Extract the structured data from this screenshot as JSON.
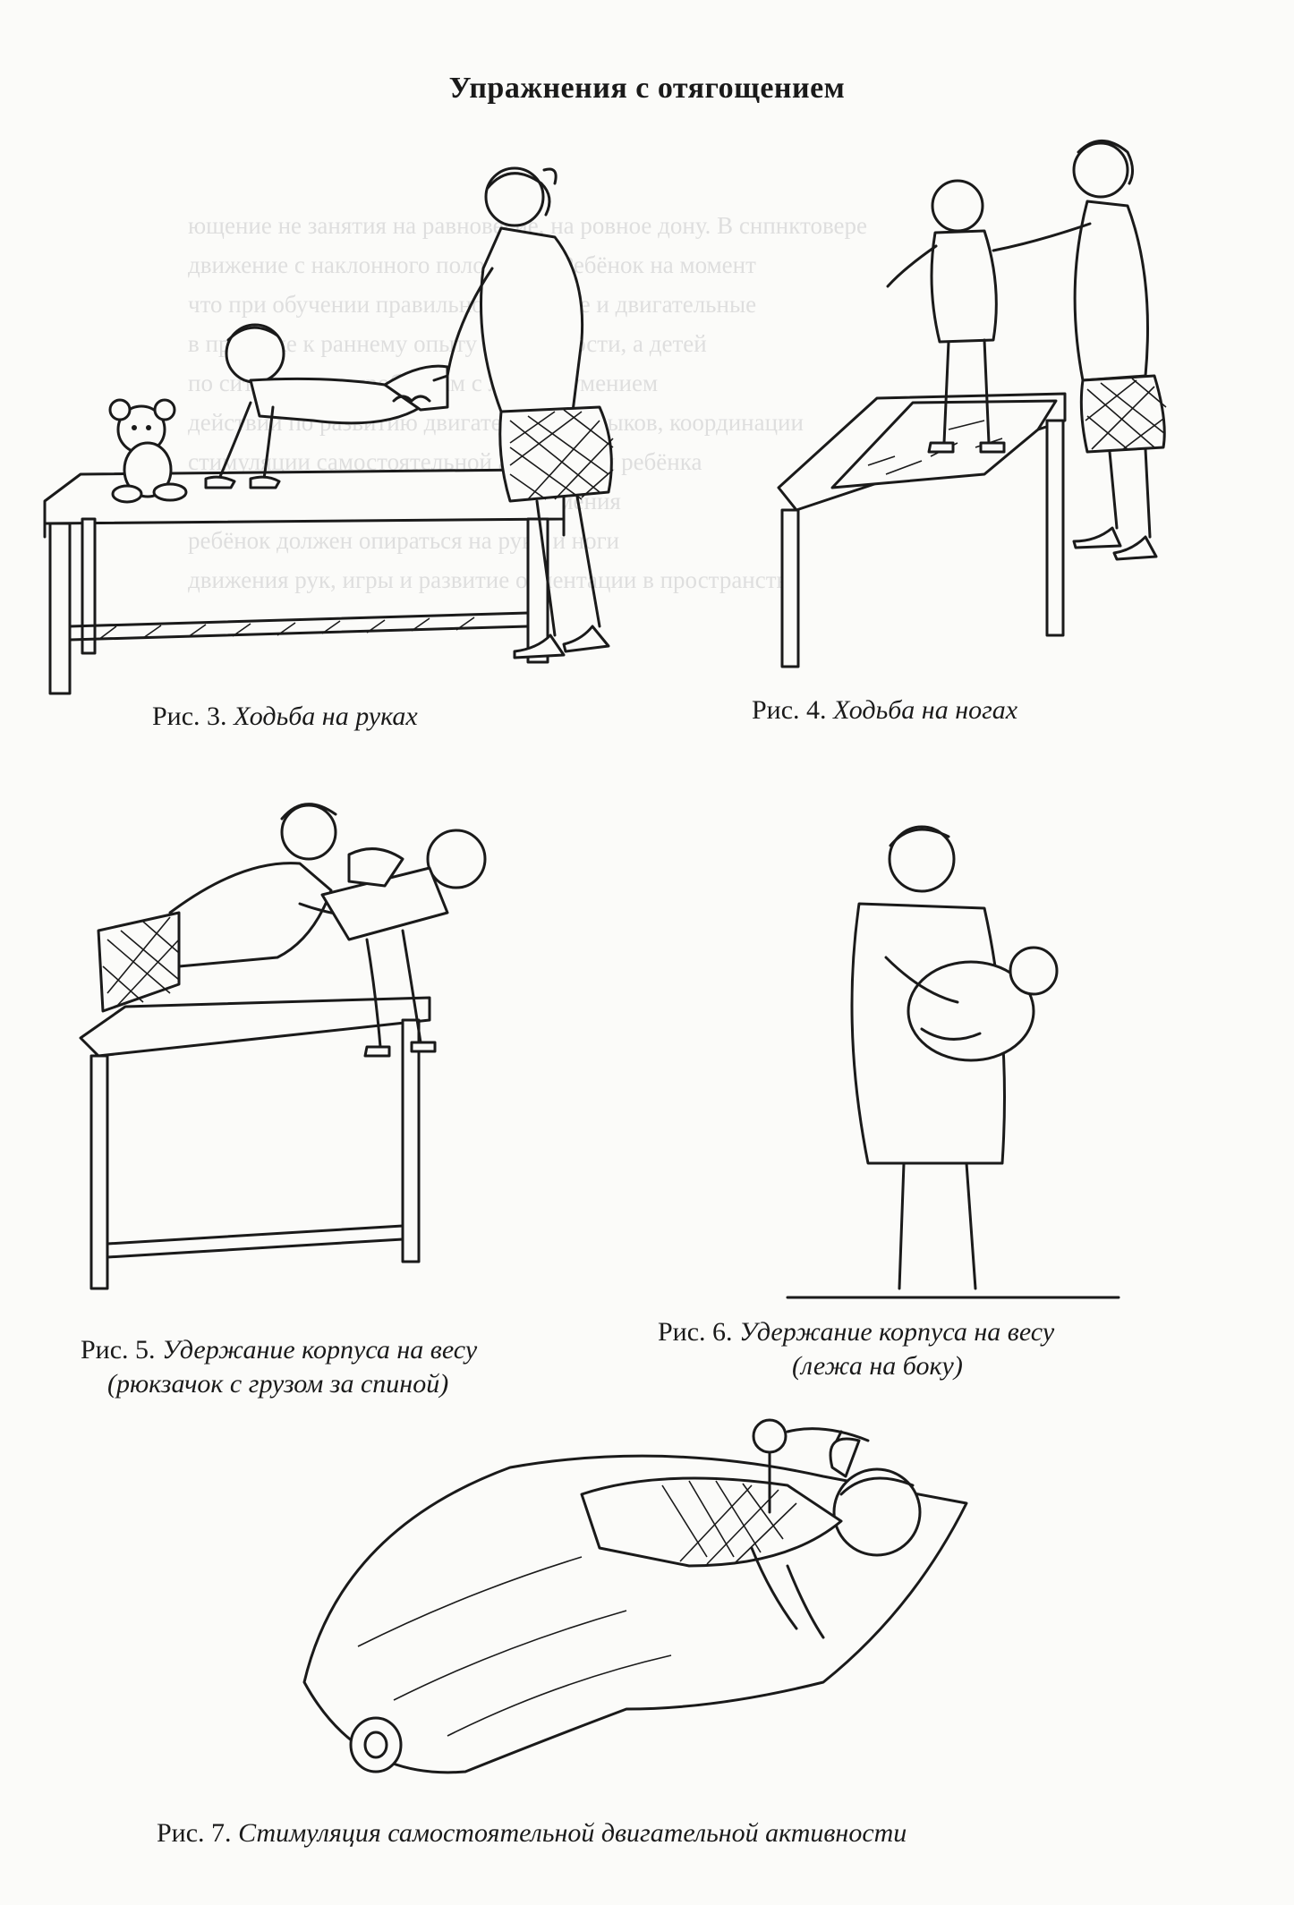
{
  "page": {
    "title": "Упражнения с отягощением",
    "bleed_through_lines": [
      "ющение не занятия на равновесие, на ровное дону. В снпнктовере",
      "движение с наклонного положения. Ребёнок на момент",
      "что при обучении правильно. Опорные и двигательные",
      "в привязке к раннему опыту подвижности, а детей",
      "по ситуациям и проблемам с любым умением",
      "действий по развитию двигательных навыков, координации",
      "стимуляции самостоятельной активности ребёнка",
      "с опорой на сохранные функции и умения",
      "ребёнок должен опираться на руки и ноги",
      "движения рук, игры и развитие ориентации в пространстве"
    ]
  },
  "figures": [
    {
      "id": "fig3",
      "caption_prefix": "Рис. 3.",
      "caption_text": "Ходьба на руках"
    },
    {
      "id": "fig4",
      "caption_prefix": "Рис. 4.",
      "caption_text": "Ходьба на ногах"
    },
    {
      "id": "fig5",
      "caption_prefix": "Рис. 5.",
      "caption_text": "Удержание корпуса на весу",
      "caption_line2": "(рюкзачок с грузом за спиной)"
    },
    {
      "id": "fig6",
      "caption_prefix": "Рис. 6.",
      "caption_text": "Удержание корпуса на весу",
      "caption_line2": "(лежа на боку)"
    },
    {
      "id": "fig7",
      "caption_prefix": "Рис. 7.",
      "caption_text": "Стимуляция самостоятельной двигательной активности"
    }
  ]
}
